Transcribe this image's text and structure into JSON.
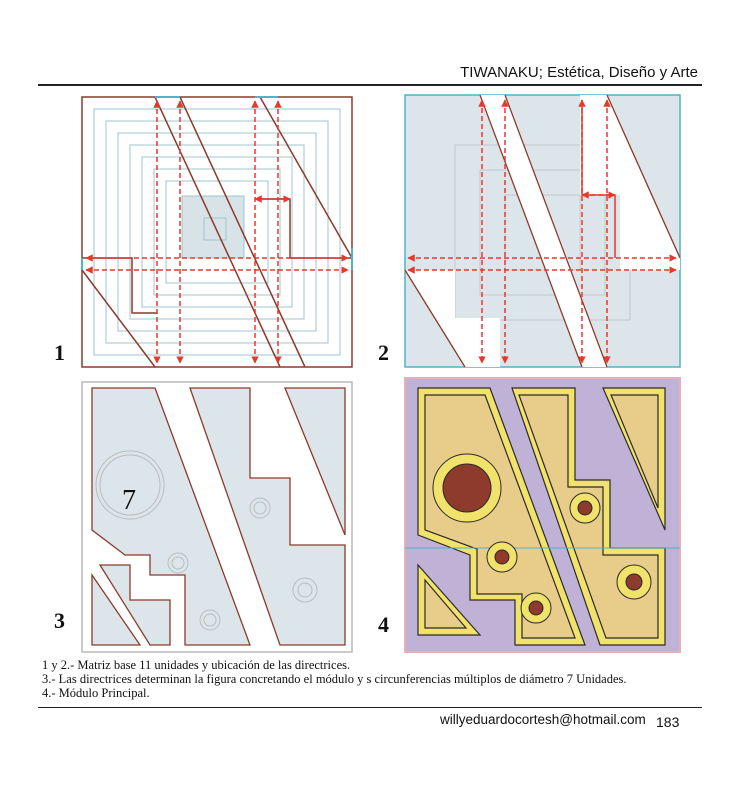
{
  "header": {
    "title": "TIWANAKU; Estética, Diseño y Arte"
  },
  "figures": [
    {
      "number": "1"
    },
    {
      "number": "2"
    },
    {
      "number": "3",
      "circle_label": "7"
    },
    {
      "number": "4"
    }
  ],
  "caption": {
    "line1": "1 y 2.- Matriz base 11 unidades y ubicación de las directrices.",
    "line2": "3.- Las directrices determinan la figura concretando el módulo y s circunferencias múltiplos de diámetro 7 Unidades.",
    "line3": "4.- Módulo Principal."
  },
  "footer": {
    "email": "willyeduardocortesh@hotmail.com",
    "page_number": "183"
  },
  "colors": {
    "light_blue": "#dce6ea",
    "brown": "#8b3a2a",
    "red_arrow": "#e8382b",
    "cyan": "#4fb3c8",
    "gray": "#b8b8b8",
    "tan": "#e8cc8a",
    "yellow": "#f0e26a",
    "purple": "#bfb2d6",
    "dark_red": "#8e3a2c"
  }
}
